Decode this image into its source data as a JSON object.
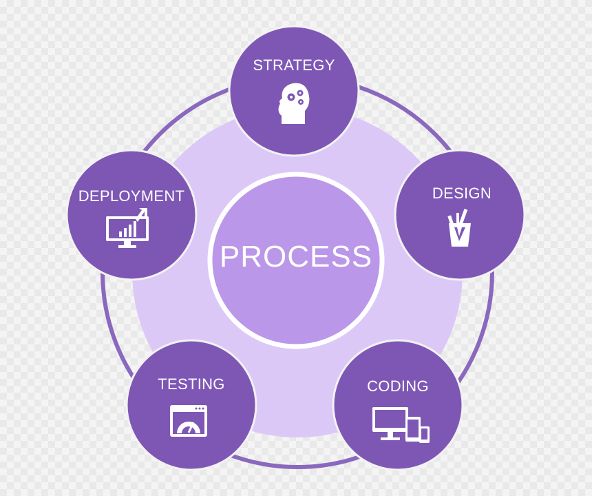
{
  "center": {
    "label": "PROCESS"
  },
  "stages": [
    {
      "label": "STRATEGY",
      "icon": "head-gears-icon"
    },
    {
      "label": "DESIGN",
      "icon": "pencil-cup-icon"
    },
    {
      "label": "CODING",
      "icon": "devices-icon"
    },
    {
      "label": "TESTING",
      "icon": "speedometer-window-icon"
    },
    {
      "label": "DEPLOYMENT",
      "icon": "monitor-chart-icon"
    }
  ],
  "colors": {
    "outer_ring": "#8a68be",
    "halo": "#dcc8f7",
    "inner_circle": "#bb97e9",
    "node": "#7e57b5",
    "text": "#ffffff"
  }
}
